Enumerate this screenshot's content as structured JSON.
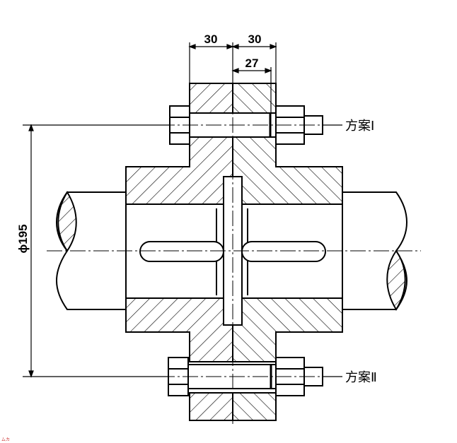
{
  "dimensions": {
    "left_flange_width": "30",
    "right_flange_width": "30",
    "spigot_depth": "27",
    "bolt_circle_diameter": "ϕ195"
  },
  "labels": {
    "scheme_1": "方案Ⅰ",
    "scheme_2": "方案Ⅱ"
  },
  "corner_mark": "ムカ",
  "colors": {
    "ink": "#000000",
    "paper": "#ffffff"
  }
}
